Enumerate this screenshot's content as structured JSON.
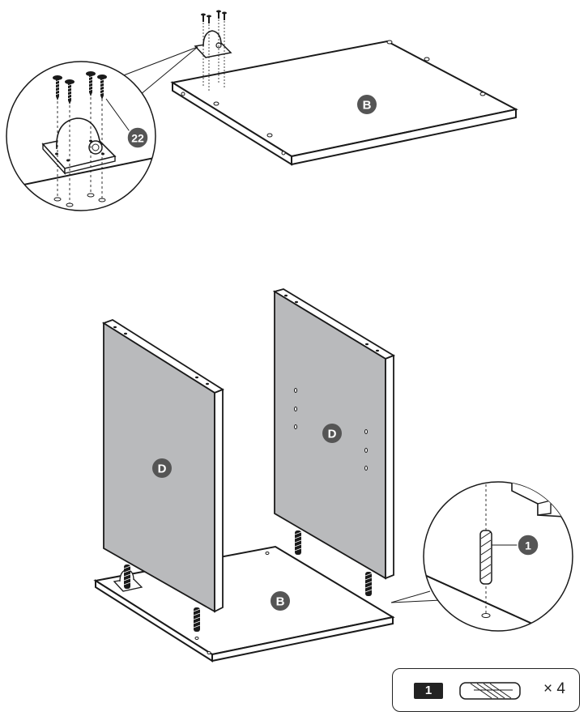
{
  "top_step": {
    "panel_label": "B",
    "callout_label": "22"
  },
  "bottom_step": {
    "side_panel_left_label": "D",
    "side_panel_right_label": "D",
    "base_panel_label": "B",
    "callout_label": "1"
  },
  "parts_list": {
    "part_id": "1",
    "quantity": "× 4",
    "part_icon": "wooden-dowel-icon"
  },
  "colors": {
    "line": "#1a1a1a",
    "panel_fill": "#b9babc",
    "label_badge": "#555555"
  }
}
